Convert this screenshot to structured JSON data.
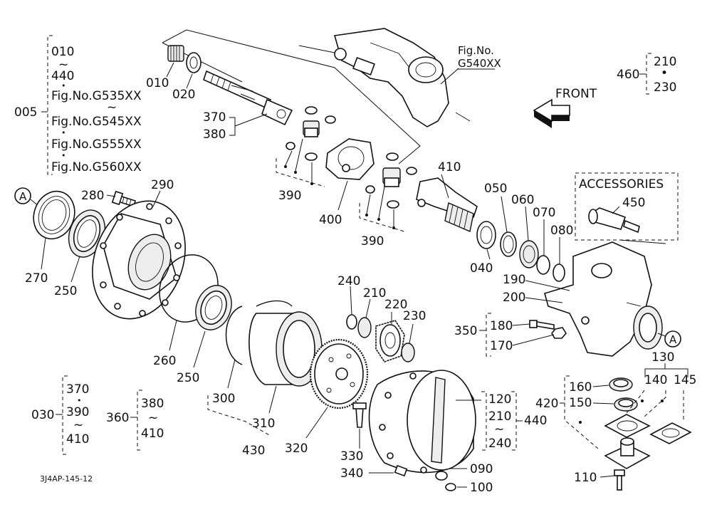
{
  "figure_code": "3J4AP-145-12",
  "front_label": "FRONT",
  "accessories_title": "ACCESSORIES",
  "ref_a": "A",
  "fig_ref": {
    "line1": "Fig.No.",
    "line2": "G540XX"
  },
  "group_005": {
    "number": "005",
    "range_start": "010",
    "tilde": "~",
    "range_end": "440",
    "dot": "•",
    "figs": [
      "Fig.No.G535XX",
      "Fig.No.G545XX",
      "Fig.No.G555XX",
      "Fig.No.G560XX"
    ]
  },
  "group_460": {
    "number": "460",
    "start": "210",
    "dot": "•",
    "end": "230"
  },
  "group_030": {
    "number": "030",
    "items": [
      "370",
      "390",
      "410"
    ],
    "dot": "•",
    "tilde": "~"
  },
  "group_360": {
    "number": "360",
    "start": "380",
    "tilde": "~",
    "end": "410"
  },
  "group_350": {
    "number": "350",
    "items": [
      "180",
      "170"
    ]
  },
  "group_440": {
    "number": "440",
    "items": [
      "120",
      "210",
      "240"
    ],
    "tilde": "~"
  },
  "group_420": {
    "number": "420",
    "items": [
      "160",
      "150"
    ]
  },
  "group_130": {
    "number": "130",
    "items": [
      "140",
      "145"
    ]
  },
  "parts": {
    "p010": "010",
    "p020": "020",
    "p370": "370",
    "p380": "380",
    "p390a": "390",
    "p390b": "390",
    "p400": "400",
    "p410": "410",
    "p050": "050",
    "p060": "060",
    "p070": "070",
    "p080": "080",
    "p040": "040",
    "p450": "450",
    "p190": "190",
    "p200": "200",
    "p280": "280",
    "p290": "290",
    "p270": "270",
    "p250a": "250",
    "p260": "260",
    "p250b": "250",
    "p240": "240",
    "p210": "210",
    "p220": "220",
    "p230": "230",
    "p300": "300",
    "p310": "310",
    "p320": "320",
    "p430": "430",
    "p330": "330",
    "p340": "340",
    "p090": "090",
    "p100": "100",
    "p110": "110"
  }
}
